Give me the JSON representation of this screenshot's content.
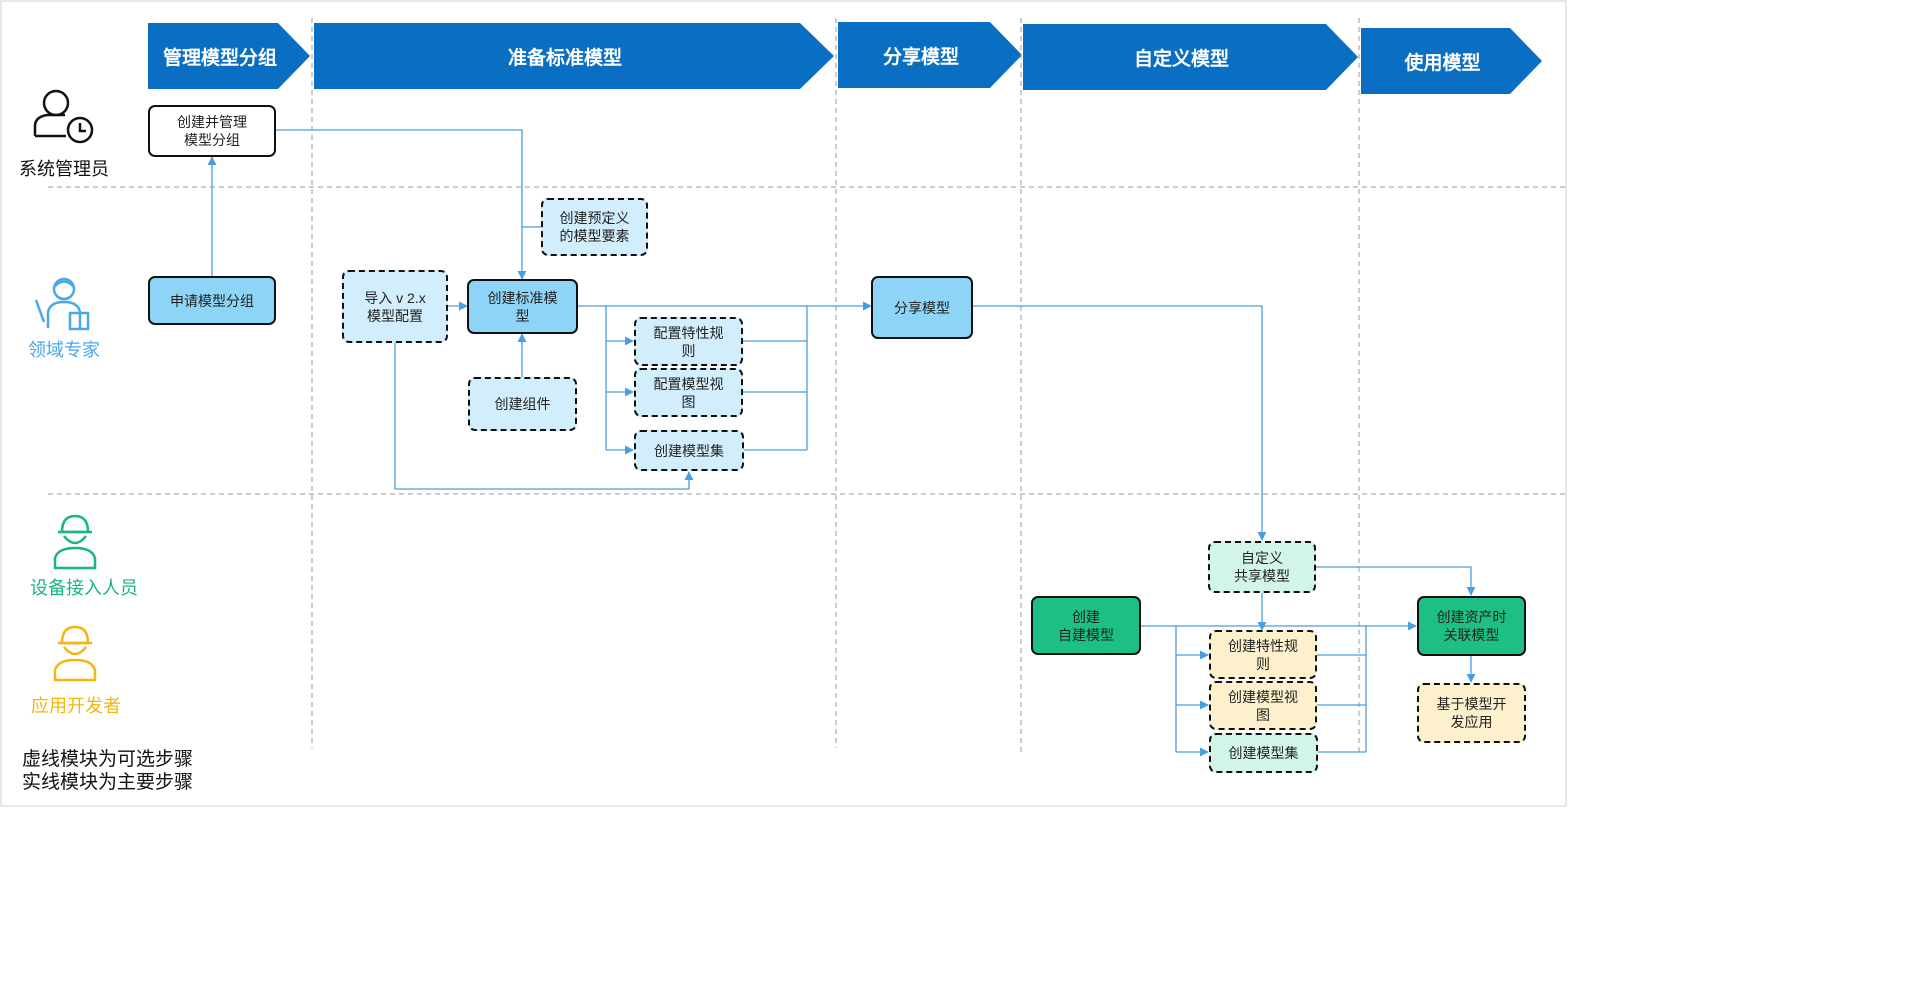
{
  "phases": [
    "管理模型分组",
    "准备标准模型",
    "分享模型",
    "自定义模型",
    "使用模型"
  ],
  "roles": {
    "admin": "系统管理员",
    "expert": "领域专家",
    "device": "设备接入人员",
    "developer": "应用开发者"
  },
  "boxes": {
    "create_group": "创建并管理\n模型分组",
    "apply_group": "申请模型分组",
    "predef": "创建预定义\n的模型要素",
    "import": "导入 v 2.x\n模型配置",
    "std_model": "创建标准模\n型",
    "component": "创建组件",
    "cfg_rule": "配置特性规\n则",
    "cfg_view": "配置模型视\n图",
    "cfg_set": "创建模型集",
    "share": "分享模型",
    "custom_share": "自定义\n共享模型",
    "self_model": "创建\n自建模型",
    "c_rule": "创建特性规\n则",
    "c_view": "创建模型视\n图",
    "c_set": "创建模型集",
    "asset": "创建资产时\n关联模型",
    "app": "基于模型开\n发应用"
  },
  "legend": {
    "dashed": "虚线模块为可选步骤",
    "solid": "实线模块为主要步骤"
  },
  "colors": {
    "phase_blue": "#0a6fc2",
    "admin_text": "#111111",
    "expert": "#4aa8e6",
    "device": "#18b77c",
    "developer": "#f2b70f",
    "arrow": "#4a9de0"
  }
}
